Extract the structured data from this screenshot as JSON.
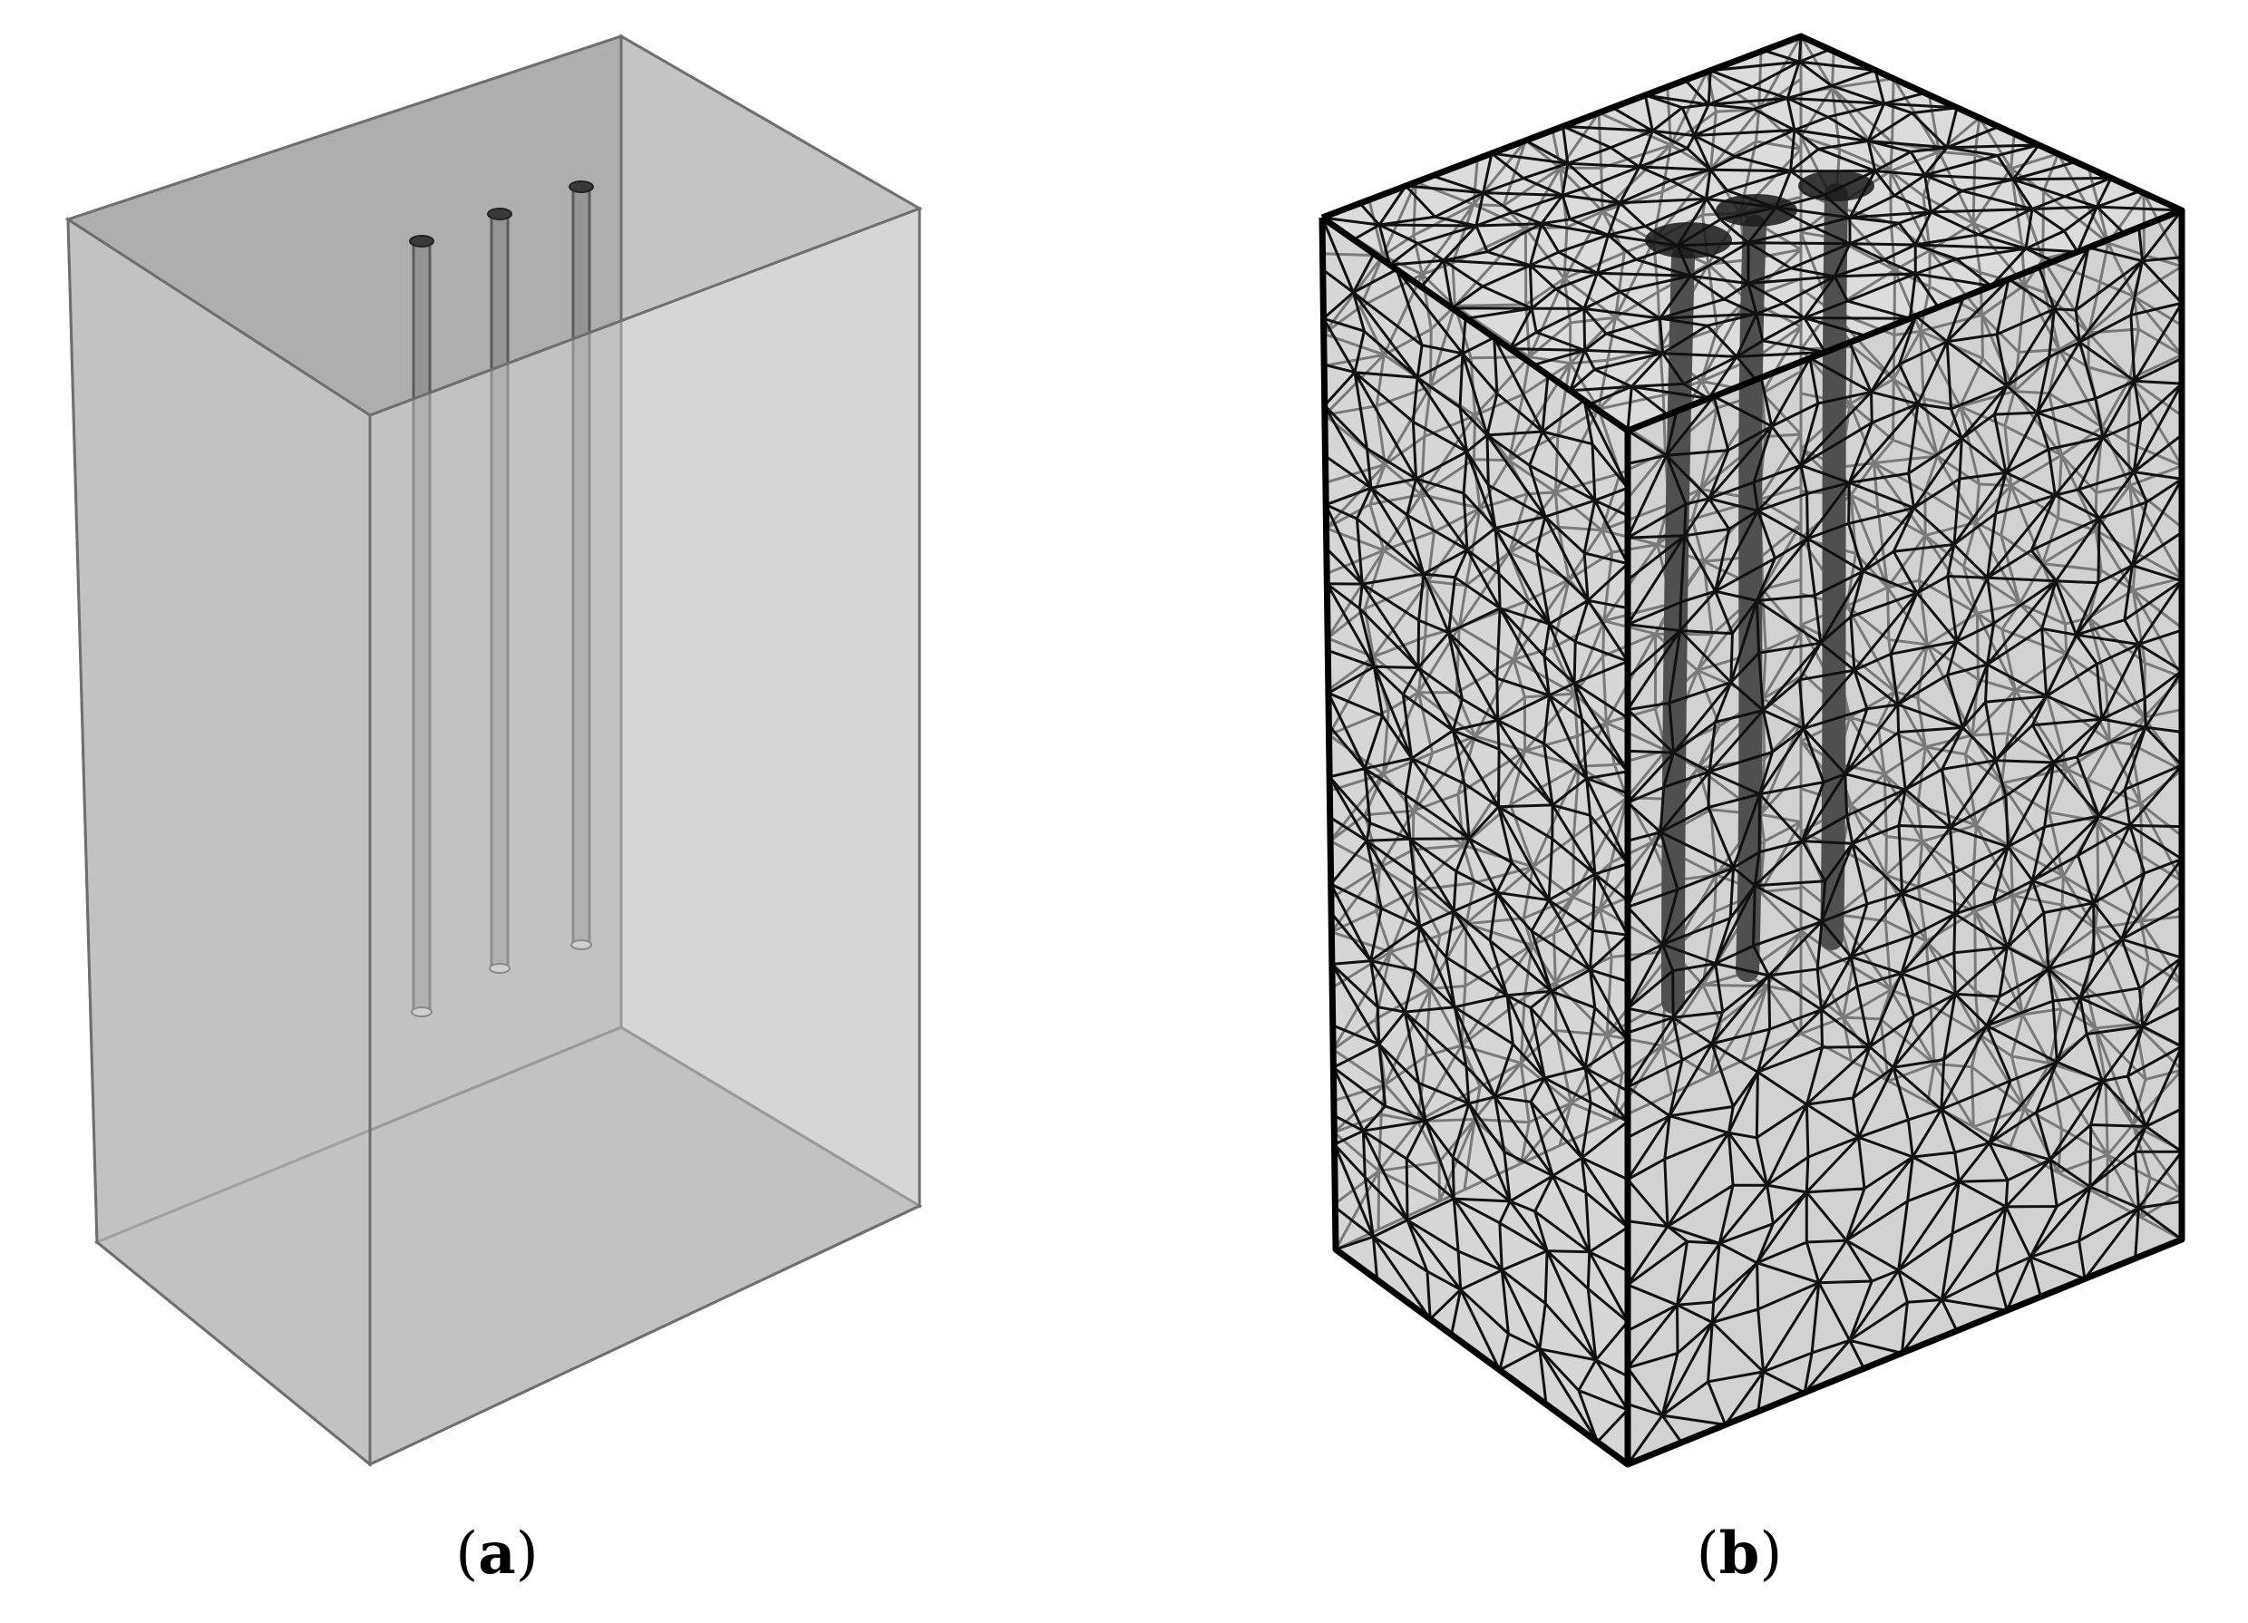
{
  "panels": [
    {
      "id": "a",
      "caption_open": "(",
      "caption_letter": "a",
      "caption_close": ")",
      "style": "transparent-geometry",
      "pipe_count": 3
    },
    {
      "id": "b",
      "caption_open": "(",
      "caption_letter": "b",
      "caption_close": ")",
      "style": "tetrahedral-mesh",
      "pipe_count": 3
    }
  ],
  "colors": {
    "background": "#ffffff",
    "box_fill": "#c8c8c8",
    "box_edge": "#6f6f6f",
    "pipe": "#8a8a8a",
    "mesh_line": "#111111",
    "mesh_hidden": "#7a7a7a",
    "mesh_pipe": "#4a4a4a"
  }
}
